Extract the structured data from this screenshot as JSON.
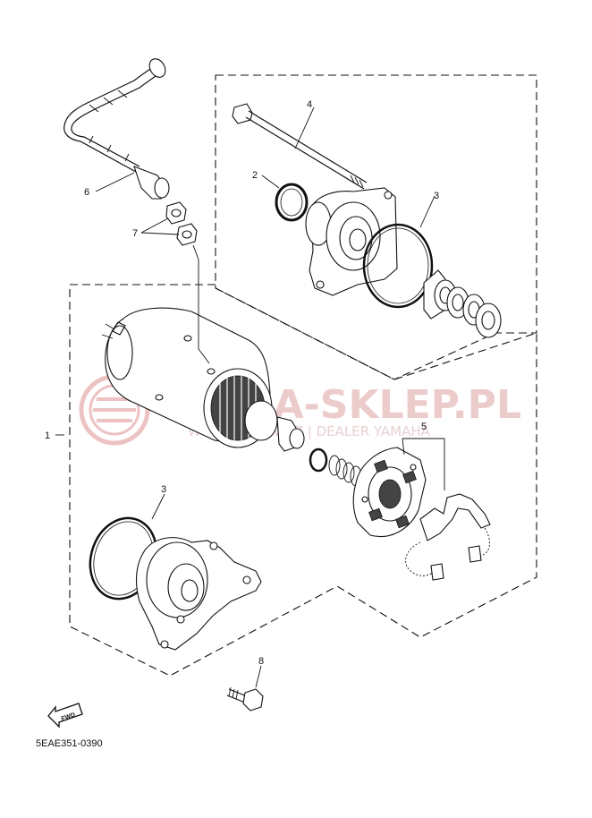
{
  "diagram": {
    "callouts": [
      {
        "id": "c1",
        "text": "1"
      },
      {
        "id": "c2",
        "text": "2"
      },
      {
        "id": "c3a",
        "text": "3"
      },
      {
        "id": "c3b",
        "text": "3"
      },
      {
        "id": "c4",
        "text": "4"
      },
      {
        "id": "c5",
        "text": "5"
      },
      {
        "id": "c6",
        "text": "6"
      },
      {
        "id": "c7",
        "text": "7"
      },
      {
        "id": "c8",
        "text": "8"
      }
    ],
    "fwd_label": "FWD",
    "drawing_code": "5EAE351-0390"
  },
  "watermark": {
    "main": "YAMA-SKLEP.PL",
    "sub": "WOJCIECHOWICZ | DEALER YAMAHA",
    "color": "#e9c3c3"
  }
}
